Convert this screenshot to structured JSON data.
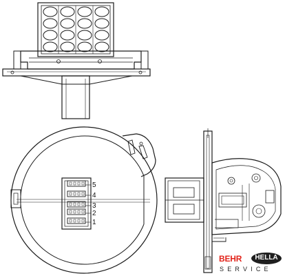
{
  "diagram": {
    "pin_labels": [
      "5",
      "4",
      "3",
      "2",
      "1"
    ]
  },
  "logo": {
    "brand_left": "BEHR",
    "brand_right": "HELLA",
    "service": "SERVICE"
  },
  "colors": {
    "line": "#1a1a1a",
    "brand_red": "#e2231a",
    "brand_dark": "#1f1f1f"
  }
}
